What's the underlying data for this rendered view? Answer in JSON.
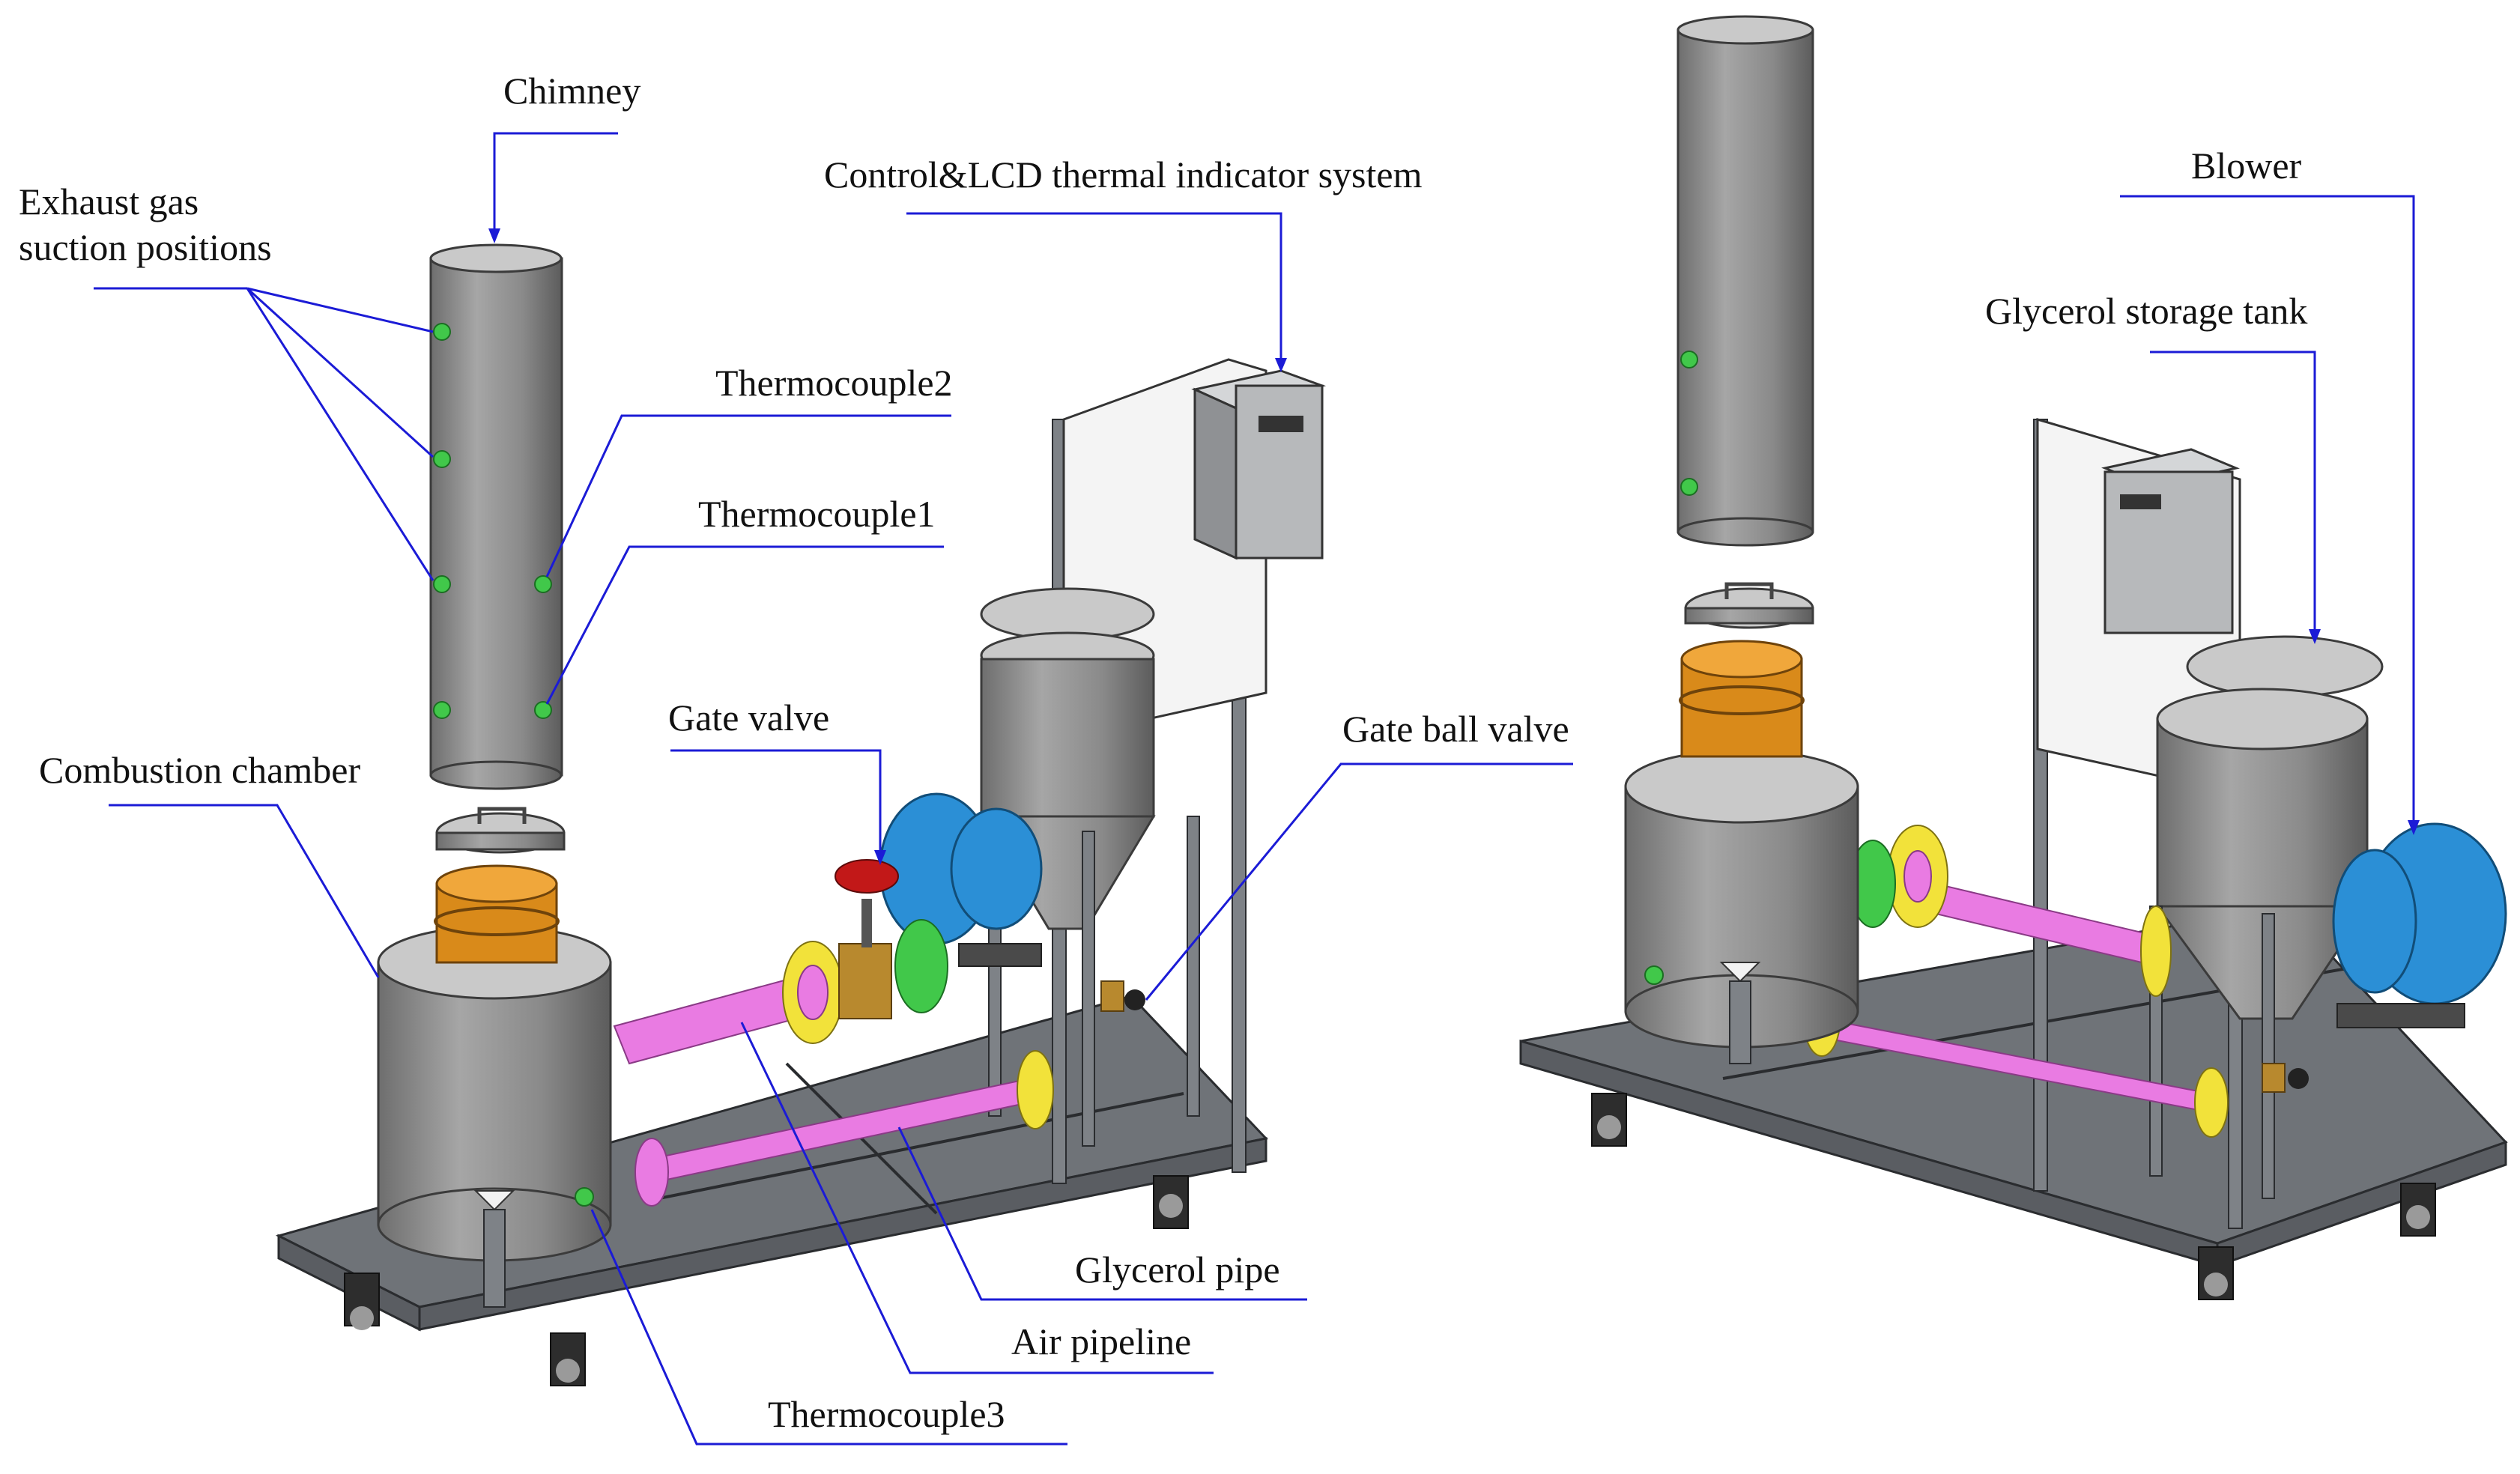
{
  "labels": {
    "chimney": "Chimney",
    "exhaust_line1": "Exhaust gas",
    "exhaust_line2": "suction positions",
    "control_system": "Control&LCD thermal indicator system",
    "thermocouple2": "Thermocouple2",
    "thermocouple1": "Thermocouple1",
    "gate_valve": "Gate valve",
    "combustion_chamber": "Combustion chamber",
    "gate_ball_valve": "Gate ball valve",
    "glycerol_pipe": "Glycerol pipe",
    "air_pipeline": "Air pipeline",
    "thermocouple3": "Thermocouple3",
    "blower": "Blower",
    "glycerol_storage_tank": "Glycerol storage tank"
  },
  "colors": {
    "leader_lines": "#1b1bd6",
    "steel": "#8c8c8c",
    "frame": "#5a5d62",
    "sensor_ports": "#41c84a",
    "air_pipe": "#e97be2",
    "flange": "#f2e23a",
    "blower": "#2b8fd6",
    "chamber_ring": "#d98a1a",
    "valve_handle": "#c21818"
  }
}
